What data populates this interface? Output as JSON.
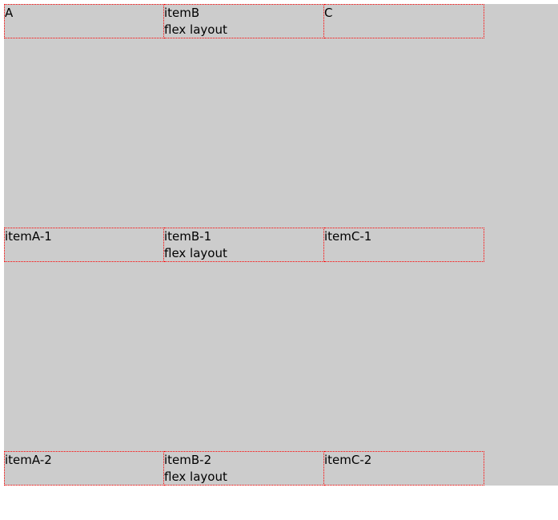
{
  "rows": [
    {
      "items": [
        {
          "title": "A"
        },
        {
          "title": "itemB",
          "sub": "flex layout"
        },
        {
          "title": "C"
        }
      ]
    },
    {
      "items": [
        {
          "title": "itemA-1"
        },
        {
          "title": "itemB-1",
          "sub": "flex layout"
        },
        {
          "title": "itemC-1"
        }
      ]
    },
    {
      "items": [
        {
          "title": "itemA-2"
        },
        {
          "title": "itemB-2",
          "sub": "flex layout"
        },
        {
          "title": "itemC-2"
        }
      ]
    }
  ],
  "colors": {
    "background": "#cccccc",
    "border": "#ff0000"
  }
}
